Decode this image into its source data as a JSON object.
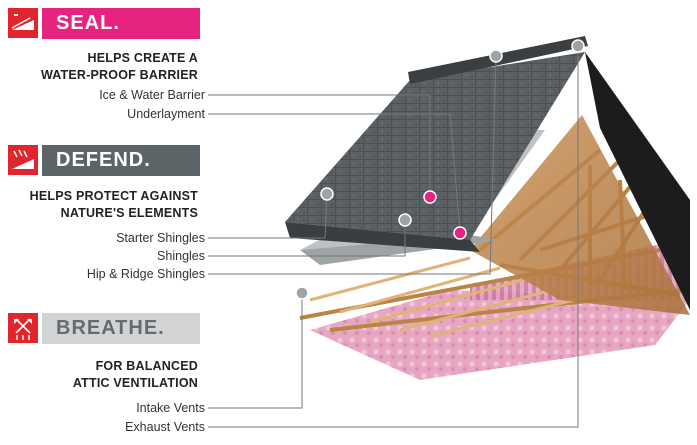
{
  "sections": [
    {
      "title": "SEAL.",
      "color": "#e6237e",
      "icon": "seal-icon",
      "heading": [
        "HELPS CREATE A",
        "WATER-PROOF BARRIER"
      ],
      "labels": [
        "Ice & Water Barrier",
        "Underlayment"
      ]
    },
    {
      "title": "DEFEND.",
      "color": "#5d6468",
      "icon": "defend-icon",
      "heading": [
        "HELPS PROTECT AGAINST",
        "NATURE'S ELEMENTS"
      ],
      "labels": [
        "Starter Shingles",
        "Shingles",
        "Hip & Ridge Shingles"
      ]
    },
    {
      "title": "BREATHE.",
      "color": "#d2d3d5",
      "icon": "breathe-icon",
      "heading": [
        "FOR BALANCED",
        "ATTIC VENTILATION"
      ],
      "labels": [
        "Intake Vents",
        "Exhaust Vents"
      ]
    }
  ],
  "colors": {
    "icon_bg": "#e2242c",
    "marker_pink": "#e6237e",
    "marker_gray": "#9ea3a6",
    "leader": "#777777",
    "wood": "#d9a766",
    "insulation": "#e7a7c3"
  }
}
